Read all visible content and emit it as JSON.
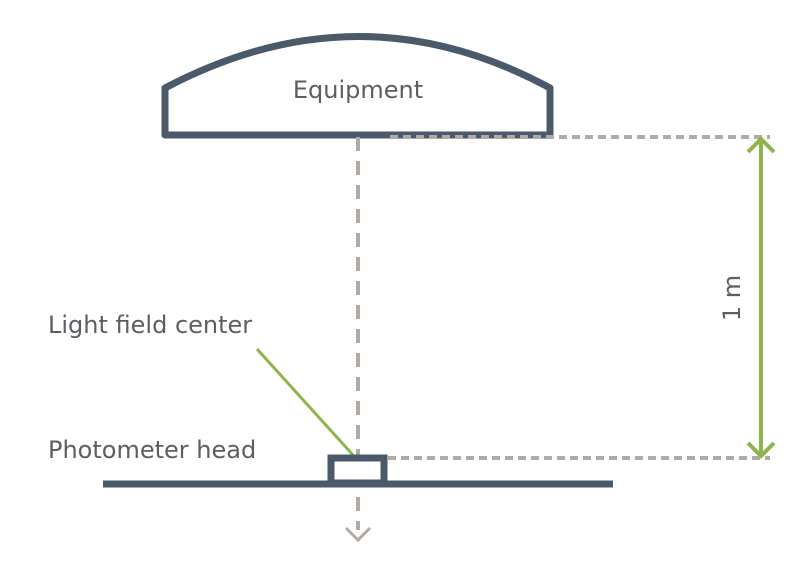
{
  "labels": {
    "equipment": "Equipment",
    "distance": "1 m",
    "light_field_center": "Light field center",
    "photometer_head": "Photometer head"
  },
  "colors": {
    "structure": "#4a5a6b",
    "guide_dashed": "#b3aaa3",
    "measurement": "#8db54a",
    "text": "#5b5f63"
  }
}
